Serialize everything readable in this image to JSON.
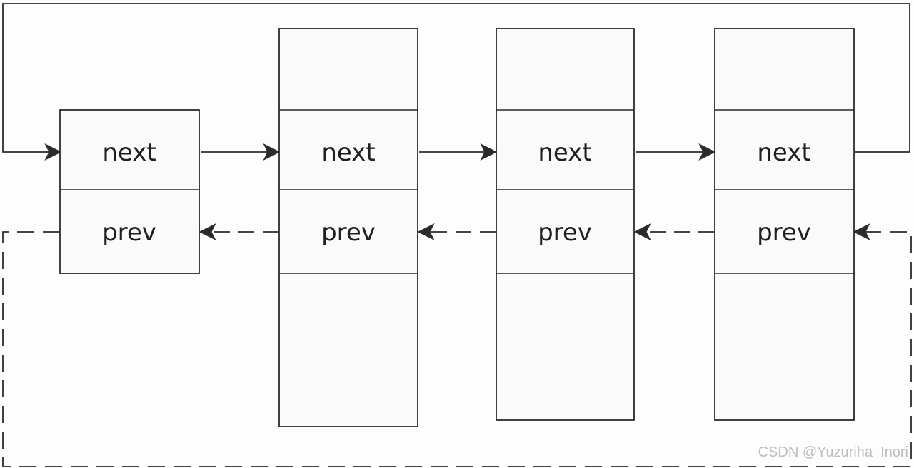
{
  "diagram": {
    "nodes": [
      {
        "next_label": "next",
        "prev_label": "prev"
      },
      {
        "next_label": "next",
        "prev_label": "prev"
      },
      {
        "next_label": "next",
        "prev_label": "prev"
      },
      {
        "next_label": "next",
        "prev_label": "prev"
      }
    ],
    "watermark": "CSDN @Yuzuriha  Inori"
  }
}
